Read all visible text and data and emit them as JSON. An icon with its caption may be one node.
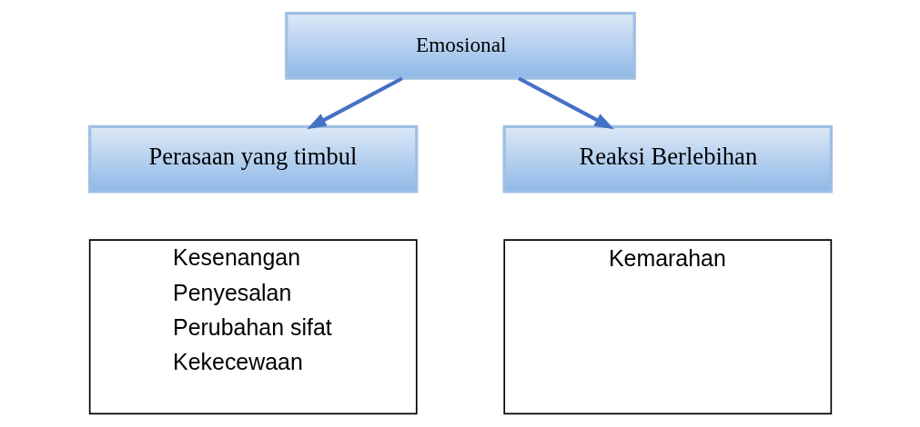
{
  "diagram": {
    "nodes": [
      {
        "text": [
          "Emosional"
        ]
      },
      {
        "text": [
          "Perasaan yang timbul"
        ]
      },
      {
        "text": [
          "Reaksi Berlebihan"
        ]
      },
      {
        "text": [
          "Kesenangan",
          "Penyesalan",
          "Perubahan sifat",
          "Kekecewaan"
        ]
      },
      {
        "text": [
          "Kemarahan"
        ]
      }
    ],
    "edges": [
      {
        "from": 0,
        "to": 1,
        "arrow": "to"
      },
      {
        "from": 0,
        "to": 2,
        "arrow": "to"
      }
    ]
  }
}
